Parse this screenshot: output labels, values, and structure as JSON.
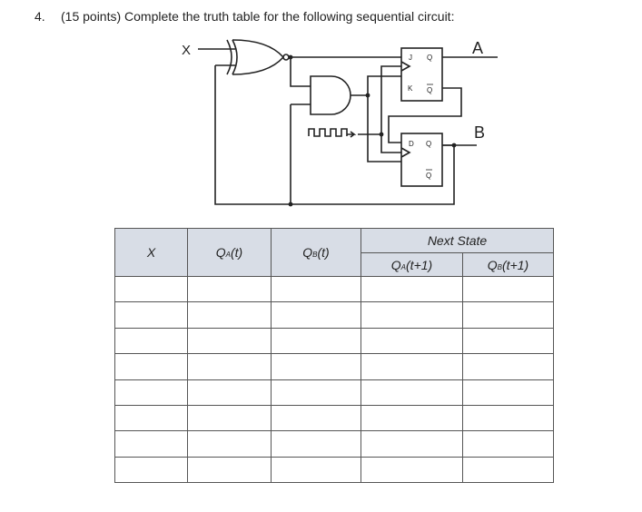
{
  "question": {
    "number": "4.",
    "text": "(15 points) Complete the truth table for the following sequential circuit:"
  },
  "circuit": {
    "input_label": "X",
    "output_a_label": "A",
    "output_b_label": "B",
    "jk": {
      "j": "J",
      "q": "Q",
      "k": "K",
      "qbar": "Q"
    },
    "d": {
      "d": "D",
      "q": "Q",
      "qbar": "Q"
    }
  },
  "table": {
    "headers": {
      "x": "X",
      "qa_t": {
        "base": "Q",
        "sub": "A",
        "rest": "(t)"
      },
      "qb_t": {
        "base": "Q",
        "sub": "B",
        "rest": "(t)"
      },
      "next_state": "Next State",
      "qa_t1": {
        "base": "Q",
        "sub": "A",
        "rest": "(t+1)"
      },
      "qb_t1": {
        "base": "Q",
        "sub": "B",
        "rest": "(t+1)"
      }
    },
    "rows": [
      [
        "",
        "",
        "",
        "",
        ""
      ],
      [
        "",
        "",
        "",
        "",
        ""
      ],
      [
        "",
        "",
        "",
        "",
        ""
      ],
      [
        "",
        "",
        "",
        "",
        ""
      ],
      [
        "",
        "",
        "",
        "",
        ""
      ],
      [
        "",
        "",
        "",
        "",
        ""
      ],
      [
        "",
        "",
        "",
        "",
        ""
      ],
      [
        "",
        "",
        "",
        "",
        ""
      ]
    ]
  }
}
